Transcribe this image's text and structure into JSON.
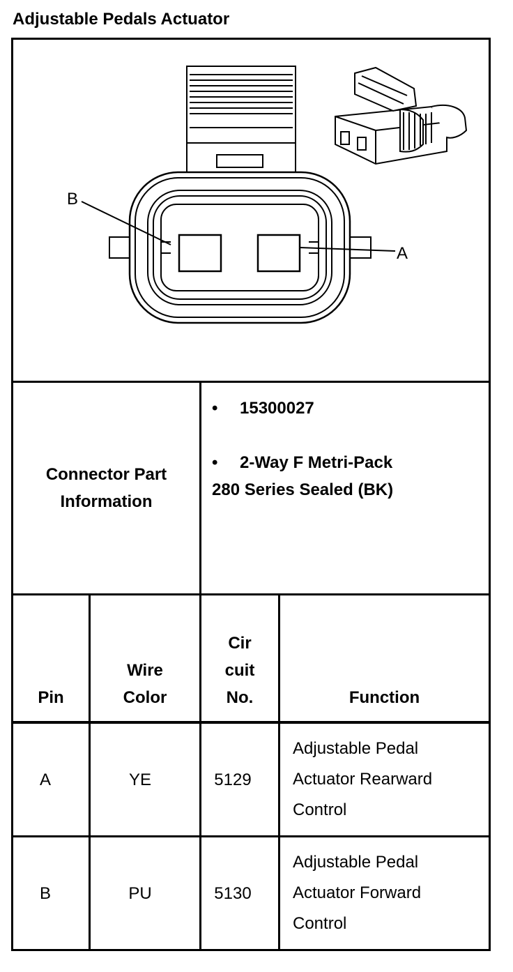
{
  "title": "Adjustable Pedals Actuator",
  "diagram": {
    "label_b": "B",
    "label_a": "A"
  },
  "connector_info": {
    "label": "Connector Part Information",
    "part_number": "15300027",
    "description_line1": "2-Way F Metri-Pack",
    "description_line2": "280 Series Sealed (BK)",
    "bullet": "•"
  },
  "table": {
    "headers": {
      "pin": "Pin",
      "wire_color_1": "Wire",
      "wire_color_2": "Color",
      "circuit_1": "Cir",
      "circuit_2": "cuit",
      "circuit_3": "No.",
      "function": "Function"
    },
    "rows": [
      {
        "pin": "A",
        "wire": "YE",
        "circuit": "5129",
        "f1": "Adjustable Pedal",
        "f2": "Actuator Rearward",
        "f3": "Control"
      },
      {
        "pin": "B",
        "wire": "PU",
        "circuit": "5130",
        "f1": "Adjustable Pedal",
        "f2": "Actuator Forward",
        "f3": "Control"
      }
    ]
  }
}
